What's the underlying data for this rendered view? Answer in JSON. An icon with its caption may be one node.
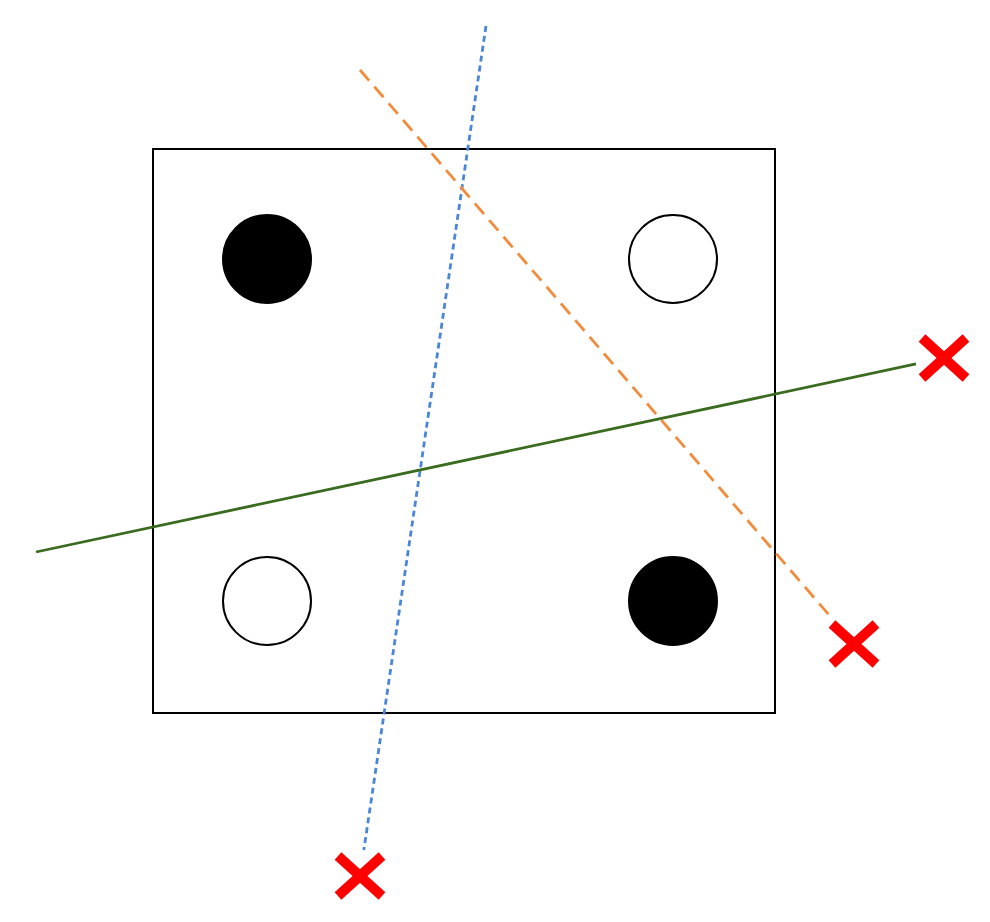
{
  "diagram": {
    "nodes": [
      {
        "text": [],
        "shape": "box"
      },
      {
        "text": [],
        "shape": "dot",
        "in": 0
      },
      {
        "text": [],
        "shape": "circle",
        "in": 0
      },
      {
        "text": [],
        "shape": "circle",
        "in": 0
      },
      {
        "text": [],
        "shape": "dot",
        "in": 0
      },
      {
        "text": [],
        "shape": "cross"
      },
      {
        "text": [],
        "shape": "cross"
      },
      {
        "text": [],
        "shape": "cross"
      }
    ],
    "edges": [
      {
        "from": null,
        "to": 7,
        "arrow": "none",
        "style": "dashed",
        "color": "#4a86d8"
      },
      {
        "from": null,
        "to": 6,
        "arrow": "none",
        "style": "dashed",
        "color": "#f28c3c"
      },
      {
        "from": null,
        "to": 5,
        "arrow": "none",
        "color": "#3b6b1f"
      }
    ]
  }
}
